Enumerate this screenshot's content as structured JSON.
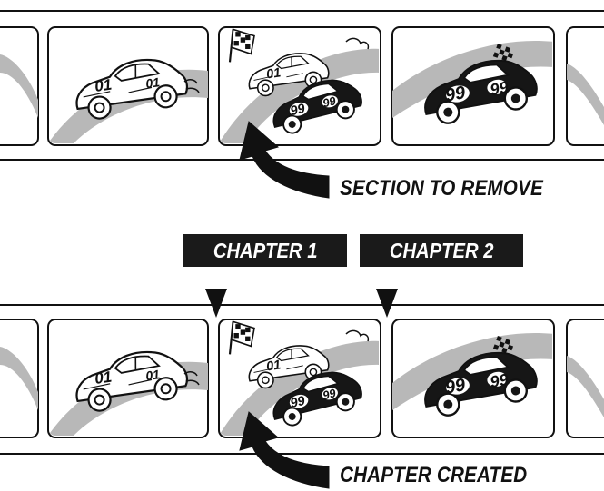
{
  "figure": {
    "top_strip": {
      "frames": [
        {
          "content": "race-car-01",
          "car_numbers": [
            "01",
            "01"
          ]
        },
        {
          "content": "two-cars-01-and-99",
          "car_numbers": [
            "01",
            "99",
            "99"
          ]
        },
        {
          "content": "race-car-99",
          "car_numbers": [
            "99",
            "99"
          ]
        }
      ],
      "caption": "SECTION TO REMOVE"
    },
    "bottom_strip": {
      "frames": [
        {
          "content": "race-car-01",
          "car_numbers": [
            "01",
            "01"
          ]
        },
        {
          "content": "two-cars-01-and-99",
          "car_numbers": [
            "01",
            "99",
            "99"
          ]
        },
        {
          "content": "race-car-99",
          "car_numbers": [
            "99",
            "99"
          ]
        }
      ],
      "caption": "CHAPTER CREATED"
    },
    "chapter_labels": [
      "CHAPTER 1",
      "CHAPTER 2"
    ]
  },
  "colors": {
    "ink": "#111111",
    "track_gray": "#b8b8b8",
    "label_fill": "#1a1a1a",
    "label_text": "#ffffff"
  }
}
